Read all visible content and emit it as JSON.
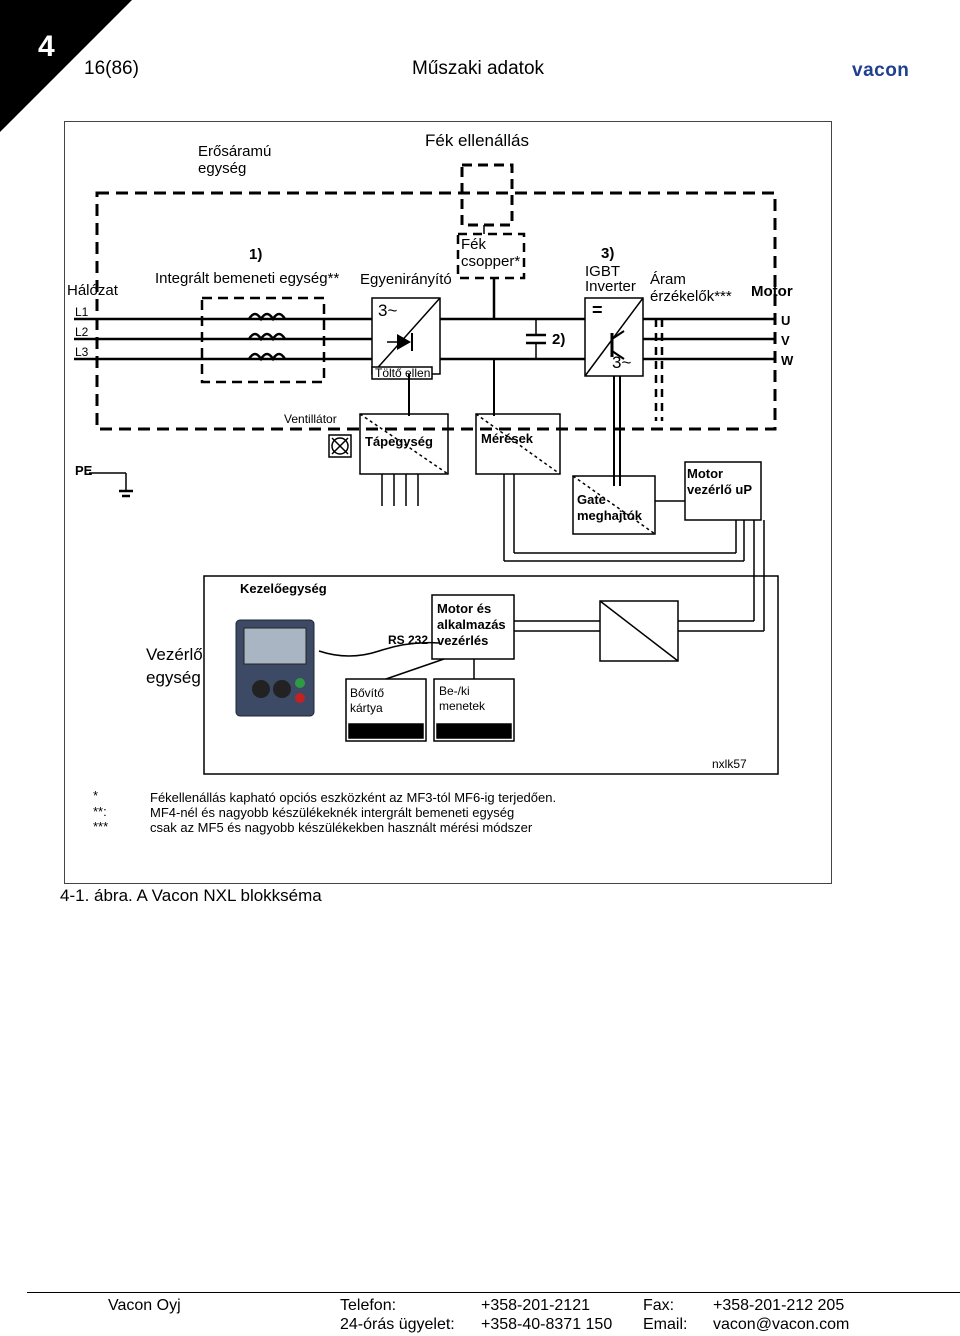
{
  "header": {
    "chapter": "4",
    "page_number": "16(86)",
    "title": "Műszaki adatok",
    "logo": "vacon",
    "corner_color": "#000000",
    "logo_color": "#1f3f8f"
  },
  "diagram": {
    "top_labels": {
      "power_unit": "Erősáramú\negység",
      "brake_resistor": "Fék ellenállás"
    },
    "mains": "Hálózat",
    "phases": [
      "L1",
      "L2",
      "L3"
    ],
    "num1": "1)",
    "input_unit": "Integrált bemeneti egység**",
    "rectifier": "Egyenirányító",
    "rect_symbol": "3~",
    "charge": "Töltő ellen.",
    "brake_chopper": "Fék\ncsopper*",
    "num2": "2)",
    "num3": "3)",
    "igbt": "IGBT\nInverter",
    "inv_dc": "=",
    "inv_ac": "3~",
    "current_sensors": "Áram\nérzékelők***",
    "motor": "Motor",
    "outputs": [
      "U",
      "V",
      "W"
    ],
    "fan": "Ventillátor",
    "psu": "Tápegység",
    "measurements": "Mérések",
    "pe": "PE",
    "gate_drivers": "Gate\nmeghajtók",
    "motor_up": "Motor\nvezérlő uP",
    "control_unit": "Vezérlő\negység",
    "keypad": "Kezelőegység",
    "rs232": "RS 232",
    "motor_app": "Motor és\nalkalmazás\nvezérlés",
    "expansion": "Bővítő\nkártya",
    "io": "Be-/ki\nmenetek",
    "ref": "nxlk57"
  },
  "notes": [
    {
      "mark": "*",
      "text": "Fékellenállás kapható opciós eszközként az MF3-tól MF6-ig terjedően."
    },
    {
      "mark": "**:",
      "text": "MF4-nél és nagyobb készülékeknék intergrált bemeneti egység"
    },
    {
      "mark": "***",
      "text": "csak az MF5 és nagyobb készülékekben használt mérési módszer"
    }
  ],
  "caption": "4-1. ábra. A Vacon NXL blokkséma",
  "footer": {
    "company": "Vacon Oyj",
    "phone_label": "Telefon:",
    "phone": "+358-201-2121",
    "fax_label": "Fax:",
    "fax": "+358-201-212 205",
    "service_label": "24-órás ügyelet:",
    "service": "+358-40-8371 150",
    "email_label": "Email:",
    "email": "vacon@vacon.com"
  }
}
